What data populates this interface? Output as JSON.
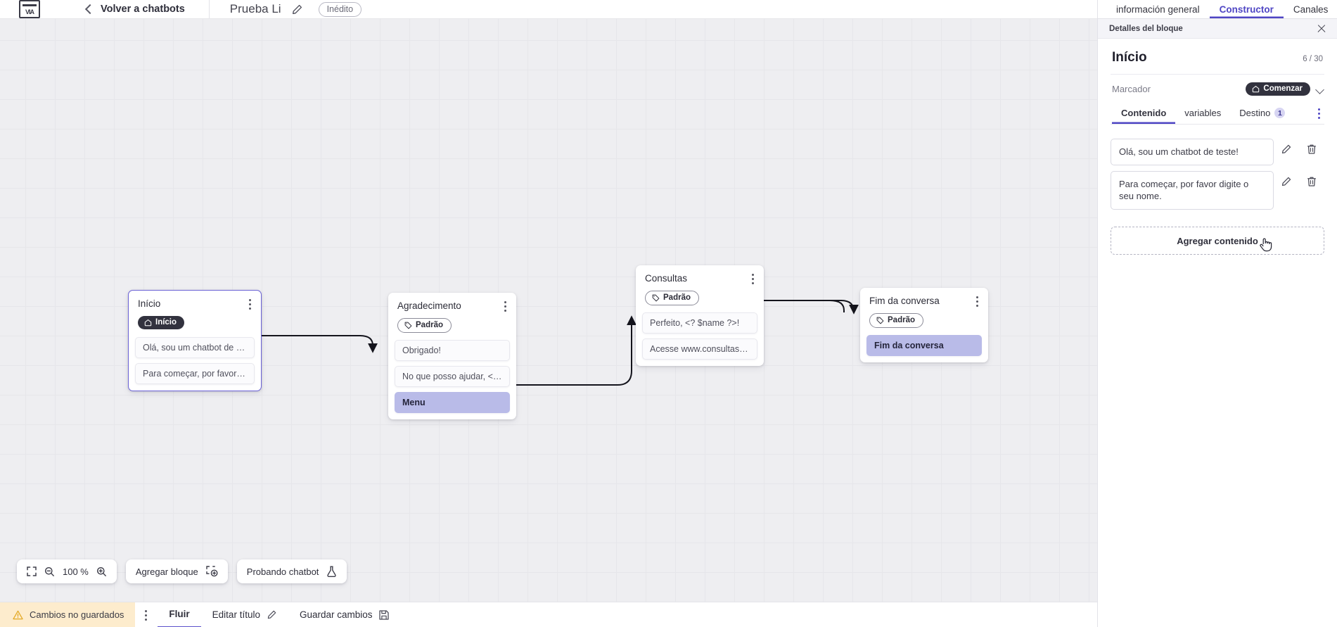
{
  "header": {
    "logo_text": "VIA",
    "back_label": "Volver a chatbots",
    "bot_title": "Prueba Li",
    "edit_icon": "pencil-icon",
    "status_badge": "Inédito"
  },
  "canvas": {
    "nodes": [
      {
        "id": "inicio",
        "title": "Início",
        "tag": {
          "label": "Início",
          "style": "dark",
          "icon": "home-icon"
        },
        "messages": [
          {
            "text": "Olá, sou um chatbot de teste!",
            "highlight": false
          },
          {
            "text": "Para começar, por favor digite o ...",
            "highlight": false
          }
        ],
        "selected": true
      },
      {
        "id": "agradecimento",
        "title": "Agradecimento",
        "tag": {
          "label": "Padrão",
          "style": "outline",
          "icon": "tag-icon"
        },
        "messages": [
          {
            "text": "Obrigado!",
            "highlight": false
          },
          {
            "text": "No que posso ajudar, <? $name ...",
            "highlight": false
          },
          {
            "text": "Menu",
            "highlight": true
          }
        ],
        "selected": false
      },
      {
        "id": "consultas",
        "title": "Consultas",
        "tag": {
          "label": "Padrão",
          "style": "outline",
          "icon": "tag-icon"
        },
        "messages": [
          {
            "text": "Perfeito, <? $name ?>!",
            "highlight": false
          },
          {
            "text": "Acesse www.consultas.com par...",
            "highlight": false
          }
        ],
        "selected": false
      },
      {
        "id": "fim",
        "title": "Fim da conversa",
        "tag": {
          "label": "Padrão",
          "style": "outline",
          "icon": "tag-icon"
        },
        "messages": [
          {
            "text": "Fim da conversa",
            "highlight": true
          }
        ],
        "selected": false
      }
    ]
  },
  "toolbar": {
    "fit_icon": "fit-screen-icon",
    "zoom_out_icon": "zoom-out-icon",
    "zoom_level": "100 %",
    "zoom_in_icon": "zoom-in-icon",
    "add_block_label": "Agregar bloque",
    "add_block_icon": "add-block-icon",
    "test_chatbot_label": "Probando chatbot",
    "test_chatbot_icon": "flask-icon"
  },
  "statusbar": {
    "unsaved_label": "Cambios no guardados",
    "warning_icon": "warning-triangle-icon",
    "kebab_icon": "kebab-menu-icon",
    "flow_label": "Fluir",
    "edit_title_label": "Editar título",
    "edit_title_icon": "pencil-icon",
    "save_label": "Guardar cambios",
    "save_icon": "save-disk-icon"
  },
  "right_panel": {
    "tabs": [
      {
        "label": "información general",
        "active": false
      },
      {
        "label": "Constructor",
        "active": true
      },
      {
        "label": "Canales",
        "active": false
      }
    ],
    "subheader": {
      "label": "Detalles del bloque",
      "close_icon": "close-icon"
    },
    "block": {
      "title": "Início",
      "counter": "6 / 30",
      "marcador_label": "Marcador",
      "marcador_value": "Comenzar",
      "marcador_icon": "home-icon",
      "marcador_chevron": "chevron-down-icon"
    },
    "content_tabs": [
      {
        "label": "Contenido",
        "active": true,
        "badge": null
      },
      {
        "label": "variables",
        "active": false,
        "badge": null
      },
      {
        "label": "Destino",
        "active": false,
        "badge": "1"
      }
    ],
    "content_items": [
      {
        "text": "Olá, sou um chatbot de teste!",
        "edit_icon": "pencil-icon",
        "delete_icon": "trash-icon"
      },
      {
        "text": "Para começar, por favor digite o seu nome.",
        "edit_icon": "pencil-icon",
        "delete_icon": "trash-icon"
      }
    ],
    "add_content_label": "Agregar contenido"
  },
  "colors": {
    "accent": "#4f46c4",
    "selected_node_border": "#6c63d6",
    "highlight_msg": "#b9bbe8",
    "unsaved_bg": "#fdeccd",
    "dark_tag": "#32323e"
  }
}
